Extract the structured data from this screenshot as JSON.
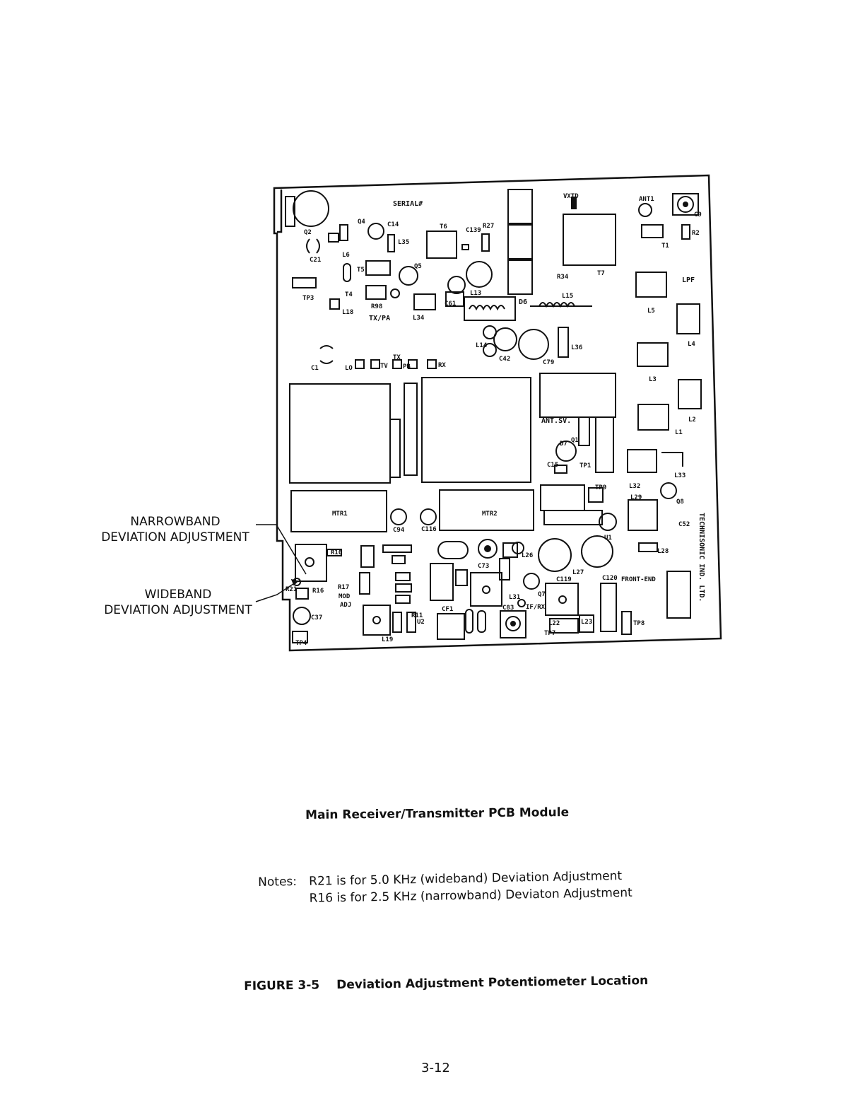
{
  "callouts": {
    "narrowband": [
      "NARROWBAND",
      "DEVIATION  ADJUSTMENT"
    ],
    "wideband": [
      "WIDEBAND",
      "DEVIATION  ADJUSTMENT"
    ]
  },
  "board": {
    "serial": "SERIAL#",
    "manufacturer": "TECHNISONIC  IND. LTD.",
    "labels": {
      "vxtd": "VXTD",
      "ant1": "ANT1",
      "c9": "C9",
      "r2": "R2",
      "t1": "T1",
      "lpf": "LPF",
      "l5": "L5",
      "l4": "L4",
      "l3": "L3",
      "l2": "L2",
      "l1": "L1",
      "l33": "L33",
      "l32": "L32",
      "l29": "L29",
      "l28": "L28",
      "front_end": "FRONT-END",
      "q8": "Q8",
      "c52": "C52",
      "q2": "Q2",
      "l6": "L6",
      "c21": "C21",
      "q4": "Q4",
      "c14": "C14",
      "l35": "L35",
      "t6": "T6",
      "c139": "C139",
      "r27": "R27",
      "t7": "T7",
      "r34": "R34",
      "t5": "T5",
      "q5": "Q5",
      "t4": "T4",
      "tp3": "TP3",
      "l18": "L18",
      "r98": "R98",
      "l36": "L36",
      "tx_pa": "TX/PA",
      "l34": "L34",
      "c61": "C61",
      "l13": "L13",
      "d6": "D6",
      "l15": "L15",
      "l14": "L14",
      "c42": "C42",
      "c79": "C79",
      "l36b": "L36",
      "c1": "C1",
      "lo": "LO",
      "tv": "TV",
      "tx": "TX",
      "pb": "PB",
      "rx": "RX",
      "ant_sw": "ANT.SV.",
      "d7": "D7",
      "q1": "Q1",
      "tp1": "TP1",
      "c15": "C15",
      "mtr1": "MTR1",
      "mtr2": "MTR2",
      "c94": "C94",
      "c116": "C116",
      "tp9": "TP9",
      "u1": "U1",
      "r21": "R21",
      "r16": "R16",
      "r17": "R17",
      "mod_adj": [
        "MOD",
        "ADJ"
      ],
      "r10": "R10",
      "c37": "C37",
      "tp4": "TP4",
      "c73": "C73",
      "l26": "L26",
      "l27": "L27",
      "c119": "C119",
      "c120": "C120",
      "q7": "Q7",
      "if_rx": "IF/RX",
      "l31": "L31",
      "l22": "L22",
      "tp7": "TP7",
      "l23": "L23",
      "tp8": "TP8",
      "cf1": "CF1",
      "c83": "C83",
      "u2": "U2",
      "l19": "L19",
      "r11": "R11"
    }
  },
  "module_title": "Main Receiver/Transmitter PCB Module",
  "notes": {
    "label": "Notes:",
    "lines": [
      "R21 is for 5.0 KHz (wideband) Deviation Adjustment",
      "R16 is for 2.5 KHz (narrowband) Deviaton Adjustment"
    ]
  },
  "figure": {
    "number": "FIGURE 3-5",
    "title": "Deviation Adjustment Potentiometer Location"
  },
  "page_number": "3-12"
}
